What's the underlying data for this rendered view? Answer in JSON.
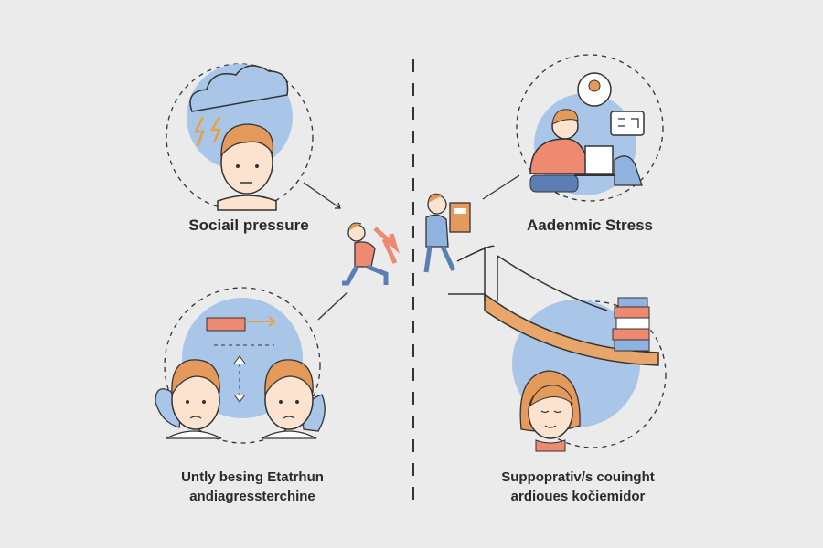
{
  "labels": {
    "top_left": "Sociail pressure",
    "top_right": "Aadenmic Stress",
    "bottom_left": [
      "Untly besing Etatrhun",
      "andiagressterchine"
    ],
    "bottom_right": [
      "Suppoprativ/s couinght",
      "ardioues kočiemidor"
    ]
  },
  "colors": {
    "background": "#ebebeb",
    "circle_blue": "#a9c6e8",
    "skin": "#fbe3cf",
    "hair": "#e49a5a",
    "shirt_red": "#ef8a72",
    "shirt_blue": "#8fb3de",
    "outline": "#2a2a2a"
  }
}
